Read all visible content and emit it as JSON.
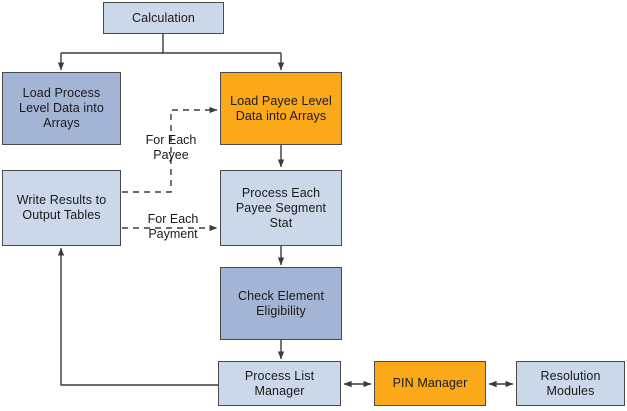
{
  "diagram": {
    "title": "Calculation process flow",
    "colors": {
      "light_blue": "#cbd8ea",
      "medium_blue": "#a3b4d5",
      "orange": "#fba919",
      "border": "#4a4a4a",
      "line": "#3c3c3c",
      "text": "#1a1a1a"
    },
    "nodes": [
      {
        "id": "calculation",
        "label": "Calculation",
        "fill": "light"
      },
      {
        "id": "load-process-level",
        "label": "Load Process Level Data into Arrays",
        "fill": "medium"
      },
      {
        "id": "load-payee-level",
        "label": "Load Payee Level Data into Arrays",
        "fill": "orange"
      },
      {
        "id": "write-results",
        "label": "Write Results to Output Tables",
        "fill": "light"
      },
      {
        "id": "process-each-payee",
        "label": "Process Each Payee Segment Stat",
        "fill": "light"
      },
      {
        "id": "check-element",
        "label": "Check Element Eligibility",
        "fill": "medium"
      },
      {
        "id": "process-list",
        "label": "Process List Manager",
        "fill": "light"
      },
      {
        "id": "pin-manager",
        "label": "PIN Manager",
        "fill": "orange"
      },
      {
        "id": "resolution-modules",
        "label": "Resolution Modules",
        "fill": "light"
      }
    ],
    "edge_labels": [
      {
        "id": "for-each-payee",
        "line1": "For Each",
        "line2": "Payee"
      },
      {
        "id": "for-each-payment",
        "line1": "For Each",
        "line2": "Payment"
      }
    ],
    "edges": [
      {
        "from": "calculation",
        "to": "load-process-level",
        "style": "solid",
        "arrow": "single"
      },
      {
        "from": "calculation",
        "to": "load-payee-level",
        "style": "solid",
        "arrow": "single"
      },
      {
        "from": "load-payee-level",
        "to": "process-each-payee",
        "style": "solid",
        "arrow": "single"
      },
      {
        "from": "process-each-payee",
        "to": "check-element",
        "style": "solid",
        "arrow": "single"
      },
      {
        "from": "check-element",
        "to": "process-list",
        "style": "solid",
        "arrow": "single"
      },
      {
        "from": "write-results",
        "to": "load-payee-level",
        "style": "dashed",
        "arrow": "single",
        "label": "for-each-payee"
      },
      {
        "from": "write-results",
        "to": "process-each-payee",
        "style": "dashed",
        "arrow": "single",
        "label": "for-each-payment"
      },
      {
        "from": "process-list",
        "to": "write-results",
        "style": "solid",
        "arrow": "single"
      },
      {
        "from": "process-list",
        "to": "pin-manager",
        "style": "solid",
        "arrow": "double"
      },
      {
        "from": "pin-manager",
        "to": "resolution-modules",
        "style": "solid",
        "arrow": "double"
      }
    ]
  }
}
